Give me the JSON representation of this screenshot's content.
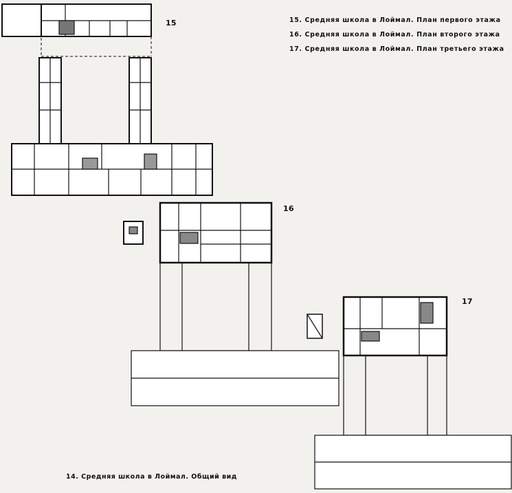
{
  "figures": {
    "fig15_number": "15",
    "fig16_number": "16",
    "fig17_number": "17"
  },
  "captions": [
    "15. Средняя школа в Лоймал. План первого этажа",
    "16. Средняя школа в Лоймал. План второго этажа",
    "17. Средняя школа в Лоймал. План третьего этажа"
  ],
  "bottom_caption": "14. Средняя школа в Лоймал. Общий вид",
  "colors": {
    "paper": "#f2f1ee",
    "ink": "#111111",
    "plan_fill": "#ffffff"
  }
}
